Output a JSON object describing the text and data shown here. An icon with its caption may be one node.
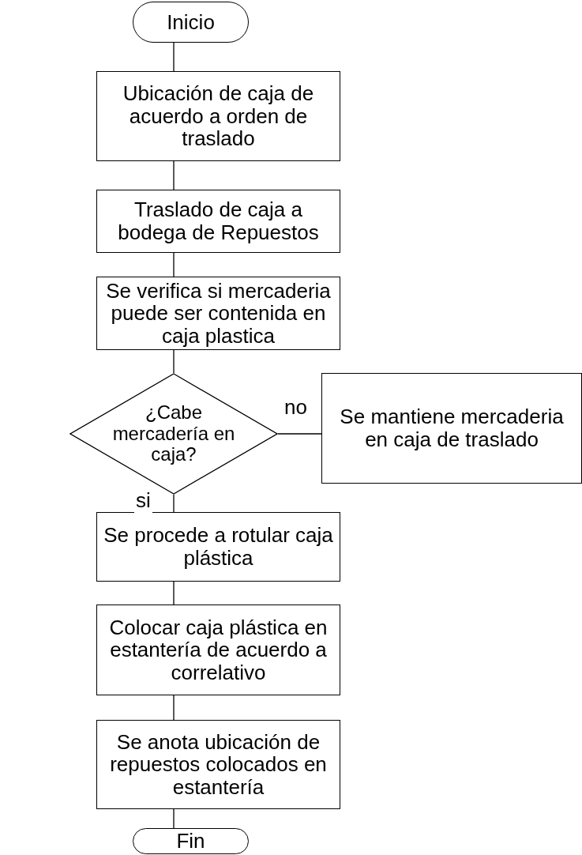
{
  "diagram": {
    "nodes": [
      {
        "text": [
          "Inicio"
        ]
      },
      {
        "text": [
          "Ubicación de caja de acuerdo a orden de traslado"
        ]
      },
      {
        "text": [
          "Traslado de caja a bodega de Repuestos"
        ]
      },
      {
        "text": [
          "Se verifica si mercaderia puede ser contenida en caja plastica"
        ]
      },
      {
        "text": [
          "¿Cabe mercadería en caja?"
        ]
      },
      {
        "text": [
          "Se mantiene mercaderia en caja de traslado"
        ]
      },
      {
        "text": [
          "Se procede a rotular caja plástica"
        ]
      },
      {
        "text": [
          "Colocar caja plástica en estantería de acuerdo a correlativo"
        ]
      },
      {
        "text": [
          "Se anota ubicación de repuestos colocados en estantería"
        ]
      },
      {
        "text": [
          "Fin"
        ]
      }
    ],
    "edges": [
      {
        "from": 0,
        "to": 1,
        "arrow": "none"
      },
      {
        "from": 1,
        "to": 2,
        "arrow": "none"
      },
      {
        "from": 2,
        "to": 3,
        "arrow": "none"
      },
      {
        "from": 3,
        "to": 4,
        "arrow": "none"
      },
      {
        "from": 4,
        "to": 5,
        "arrow": "none",
        "label": "no"
      },
      {
        "from": 4,
        "to": 6,
        "arrow": "none",
        "label": "si"
      },
      {
        "from": 6,
        "to": 7,
        "arrow": "none"
      },
      {
        "from": 7,
        "to": 8,
        "arrow": "none"
      },
      {
        "from": 8,
        "to": 9,
        "arrow": "none"
      }
    ]
  }
}
